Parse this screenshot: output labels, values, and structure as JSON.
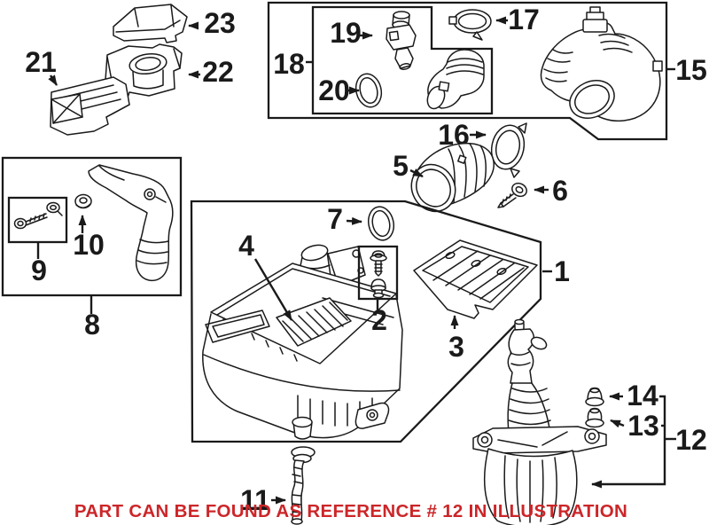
{
  "illustration": {
    "background": "#ffffff",
    "line_color": "#1a1a1a",
    "callouts": {
      "c1": "1",
      "c2": "2",
      "c3": "3",
      "c4": "4",
      "c5": "5",
      "c6": "6",
      "c7": "7",
      "c8": "8",
      "c9": "9",
      "c10": "10",
      "c11": "11",
      "c12": "12",
      "c13": "13",
      "c14": "14",
      "c15": "15",
      "c16": "16",
      "c17": "17",
      "c18": "18",
      "c19": "19",
      "c20": "20",
      "c21": "21",
      "c22": "22",
      "c23": "23"
    },
    "caption": {
      "text": "PART CAN BE FOUND AS REFERENCE # 12 IN ILLUSTRATION",
      "color": "#cc2629",
      "referenced_part": "12"
    }
  }
}
